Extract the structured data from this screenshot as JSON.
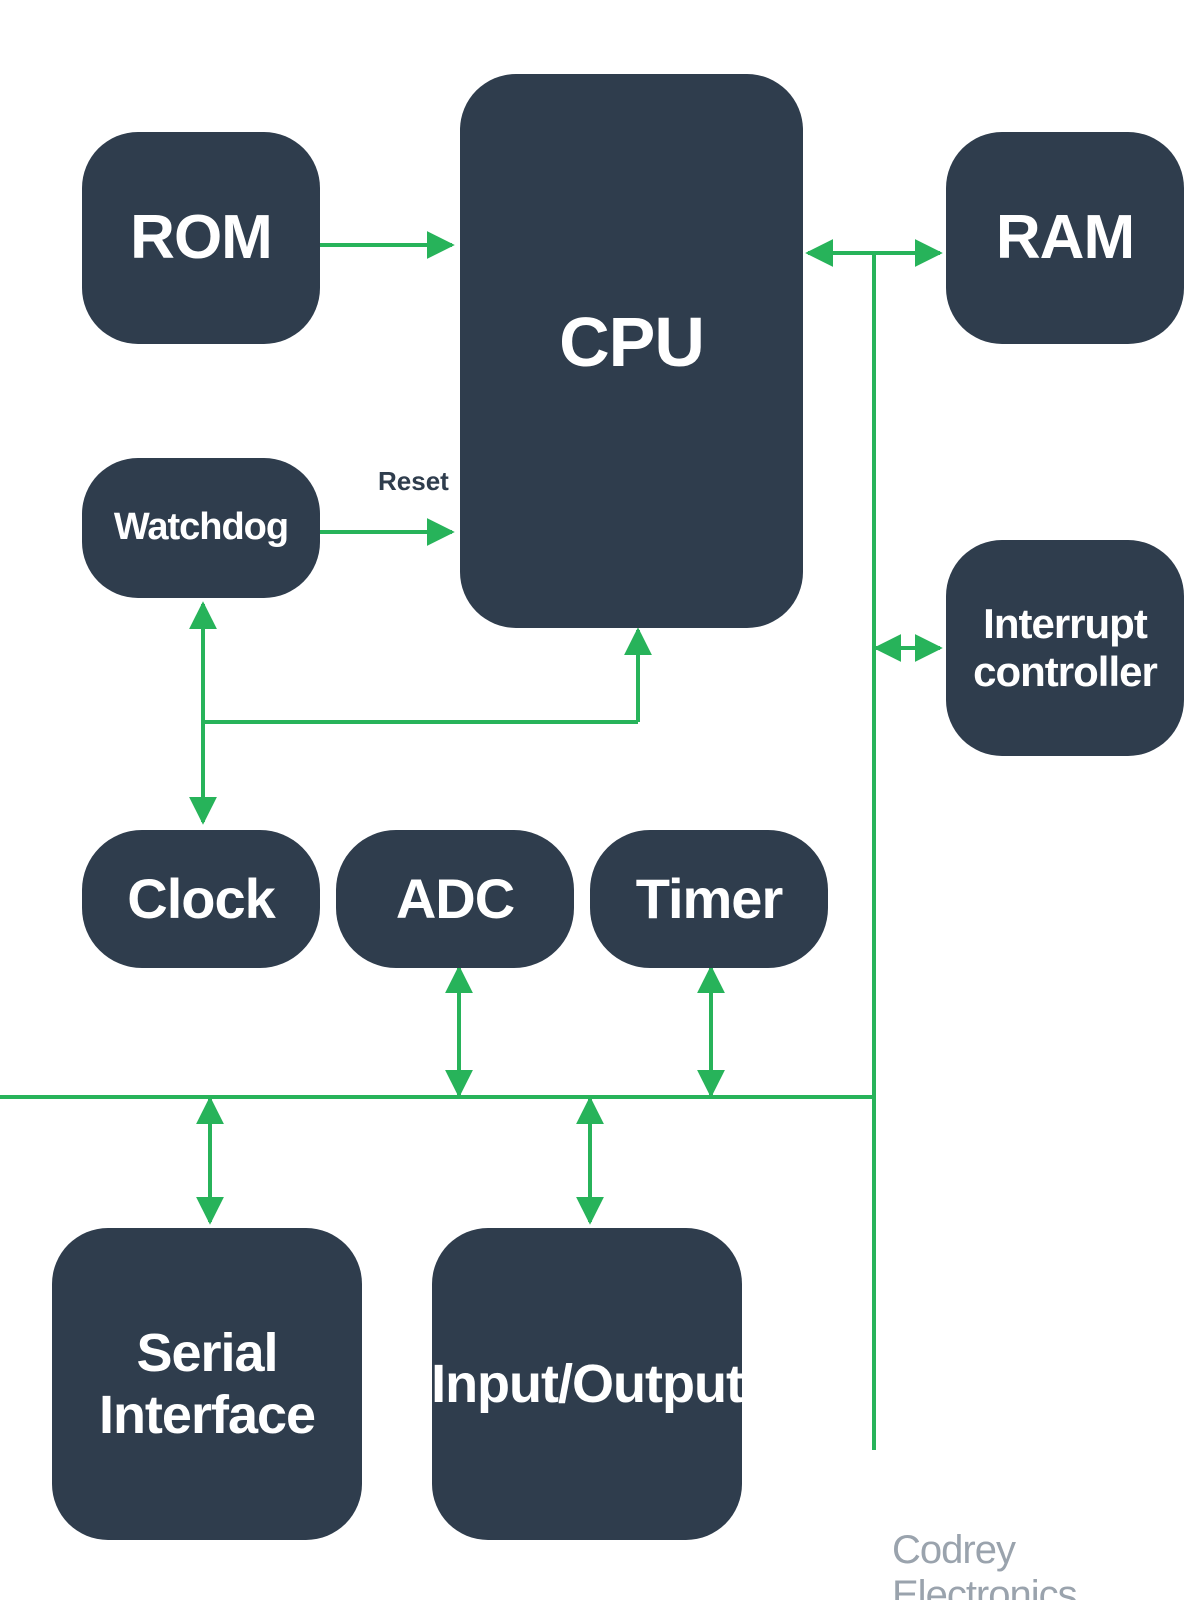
{
  "blocks": {
    "rom": "ROM",
    "cpu": "CPU",
    "ram": "RAM",
    "watchdog": "Watchdog",
    "interrupt_controller": "Interrupt\ncontroller",
    "clock": "Clock",
    "adc": "ADC",
    "timer": "Timer",
    "serial_interface": "Serial\nInterface",
    "input_output": "Input/Output"
  },
  "labels": {
    "reset": "Reset"
  },
  "credit": "Codrey Electronics",
  "colors": {
    "block_fill": "#2f3d4d",
    "block_text": "#ffffff",
    "wire": "#27b35a"
  }
}
